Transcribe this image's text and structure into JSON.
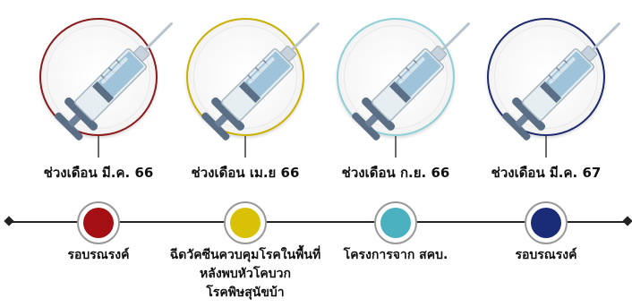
{
  "stages": [
    {
      "date": "ช่วงเดือน มี.ค. 66",
      "lines": [
        "รอบรณรงค์"
      ],
      "ring_color": "#8b1a1a",
      "dot_color": "#a30f12"
    },
    {
      "date": "ช่วงเดือน เม.ย 66",
      "lines": [
        "ฉีดวัคซีนควบคุมโรคในพื้นที่",
        "หลังพบหัวโคบวก",
        "โรคพิษสุนัขบ้า"
      ],
      "ring_color": "#c9b000",
      "dot_color": "#d8c106"
    },
    {
      "date": "ช่วงเดือน ก.ย. 66",
      "lines": [
        "โครงการจาก สคบ."
      ],
      "ring_color": "#8fcfd6",
      "dot_color": "#4bb0bf"
    },
    {
      "date": "ช่วงเดือน มี.ค. 67",
      "lines": [
        "รอบรณรงค์"
      ],
      "ring_color": "#1e2a6e",
      "dot_color": "#1a2b78"
    }
  ],
  "icons": [
    "syringe-icon"
  ]
}
